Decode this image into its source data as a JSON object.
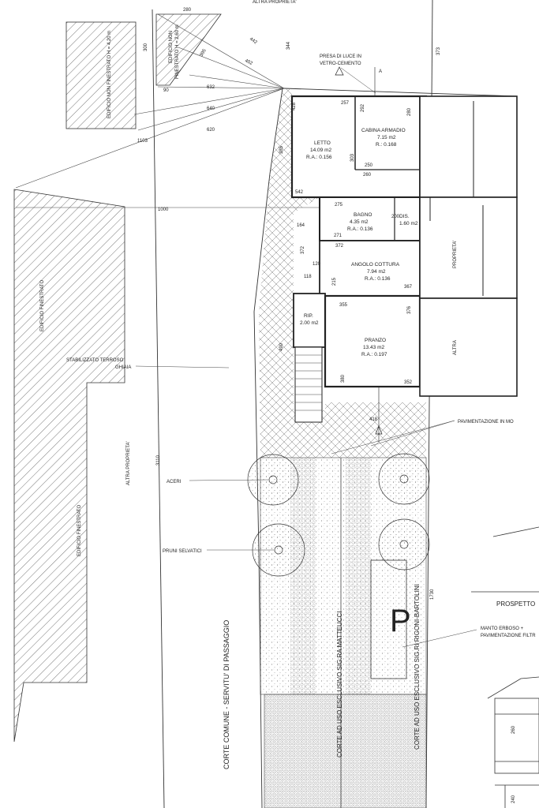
{
  "top_cut": "ALTRA PROPRIETA'",
  "labels": {
    "edificio_non_fin_1": "EDIFICIO NON FINESTRATO H = 4.20 m",
    "edificio_non_fin_2_l1": "EDIFICIO NON",
    "edificio_non_fin_2_l2": "FINESTRATO H = 2.60 m",
    "presa_luce_l1": "PRESA DI LUCE IN",
    "presa_luce_l2": "VETRO-CEMENTO",
    "edificio_fin_1": "EDIFICIO FINESTRATO",
    "edificio_fin_2": "EDIFICIO FINESTRATO",
    "stabilizzato_l1": "STABILIZZATO TERROSO",
    "stabilizzato_l2": "GHIAIA",
    "altra_proprieta": "ALTRA PROPRIETA'",
    "pavimentazione": "PAVIMENTAZIONE IN MO",
    "aceri": "ACERI",
    "pruni": "PRUNI SELVATICI",
    "prospetto": "PROSPETTO",
    "manto_l1": "MANTO ERBOSO +",
    "manto_l2": "PAVIMENTAZIONE FILTR",
    "corte_comune": "CORTE COMUNE - SERVITU' DI PASSAGGIO",
    "corte_matteucci": "CORTE AD USO ESCLUSIVO SIG.RA MATTEUCCI",
    "corte_rigoni": "CORTE AD USO ESCLUSIVO SIG.RI RIGONI-BARTOLINI",
    "parking": "P",
    "proprieta": "PROPRIETA'",
    "altra": "ALTRA"
  },
  "rooms": {
    "letto": {
      "name": "LETTO",
      "area": "14.09 m2",
      "ra": "R.A.: 0.156"
    },
    "cabina": {
      "name": "CABINA ARMADIO",
      "area": "7.15 m2",
      "ra": "R.: 0.168"
    },
    "bagno": {
      "name": "BAGNO",
      "area": "4.35 m2",
      "ra": "R.A.: 0.136"
    },
    "dis": {
      "name": "DIS.",
      "area": "1.60 m2"
    },
    "cottura": {
      "name": "ANGOLO COTTURA",
      "area": "7.94 m2",
      "ra": "R.A.: 0.136"
    },
    "rip": {
      "name": "RIP.",
      "area": "2.00 m2"
    },
    "pranzo": {
      "name": "PRANZO",
      "area": "13.43 m2",
      "ra": "R.A.: 0.197"
    }
  },
  "dims": {
    "d280": "280",
    "d300": "300",
    "d344": "344",
    "d373": "373",
    "d395": "395",
    "d442": "442",
    "d402": "402",
    "d90": "90",
    "d632": "632",
    "d640": "640",
    "d620": "620",
    "d1103": "1103",
    "d1000": "1000",
    "d428": "428",
    "d257": "257",
    "d292": "292",
    "d280b": "280",
    "d303": "303",
    "d250": "250",
    "d260": "260",
    "d542": "542",
    "d385": "385",
    "d275": "275",
    "d200": "200",
    "d164": "164",
    "d271": "271",
    "d372": "372",
    "d372b": "372",
    "d120": "120",
    "d118": "118",
    "d215": "215",
    "d367": "367",
    "d355": "355",
    "d376": "376",
    "d490": "490",
    "d380": "380",
    "d352": "352",
    "d418": "418",
    "d3110": "3110",
    "d1730": "1730",
    "d260b": "260",
    "d240": "240",
    "dA": "A"
  }
}
